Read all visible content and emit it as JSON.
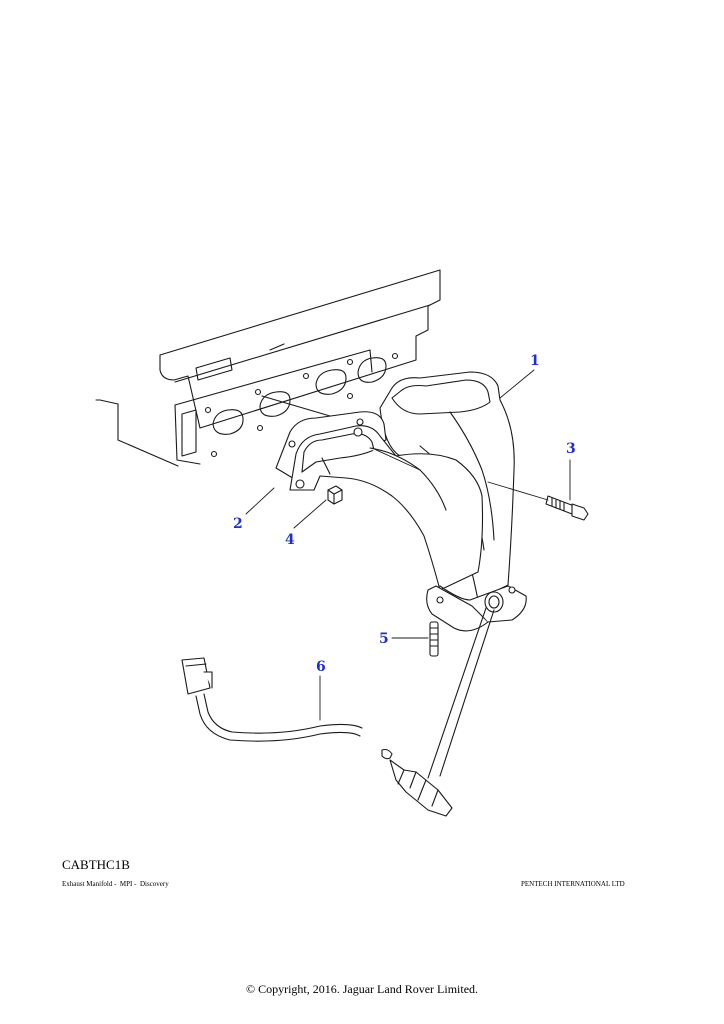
{
  "colors": {
    "callout": "#1f2fd0",
    "line": "#1a1a1a",
    "fill": "#ffffff"
  },
  "callouts": [
    {
      "number": "1",
      "part": "exhaust-manifold"
    },
    {
      "number": "2",
      "part": "manifold-gasket"
    },
    {
      "number": "3",
      "part": "manifold-bolt"
    },
    {
      "number": "4",
      "part": "manifold-nut"
    },
    {
      "number": "5",
      "part": "stud"
    },
    {
      "number": "6",
      "part": "oxygen-sensor"
    }
  ],
  "captions": {
    "illustration_code": "CABTHC1B",
    "left": "Exhaust Manifold -  MPI -  Discovery",
    "right": "PENTECH INTERNATIONAL LTD",
    "copyright": "© Copyright, 2016. Jaguar Land Rover Limited."
  }
}
